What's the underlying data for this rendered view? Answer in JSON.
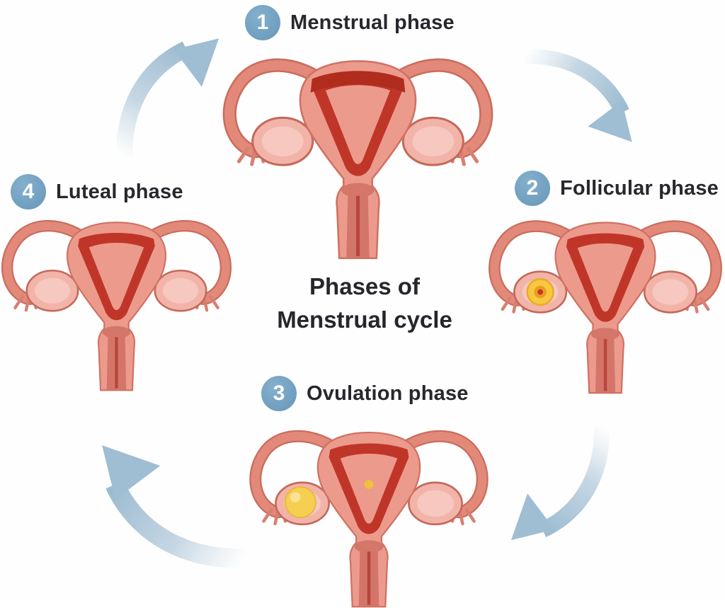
{
  "title": {
    "line1": "Phases of",
    "line2": "Menstrual cycle"
  },
  "stages": [
    {
      "number": "1",
      "label": "Menstrual phase",
      "position": "top"
    },
    {
      "number": "2",
      "label": "Follicular phase",
      "position": "right"
    },
    {
      "number": "3",
      "label": "Ovulation phase",
      "position": "bottom"
    },
    {
      "number": "4",
      "label": "Luteal phase",
      "position": "left"
    }
  ],
  "colors": {
    "background": "#ffffff",
    "badge_blue": "#74a2c2",
    "badge_number_text": "#ffffff",
    "label_text": "#27272e",
    "arrow_blue": "#a4c0d4",
    "uterus_body": "#ec9a8c",
    "uterus_outline": "#cf7163",
    "endometrium_red": "#bf3628",
    "ovary_pink": "#f2b4a9",
    "follicle_yellow": "#f5c840",
    "ovum_yellow": "#f4cf52"
  }
}
